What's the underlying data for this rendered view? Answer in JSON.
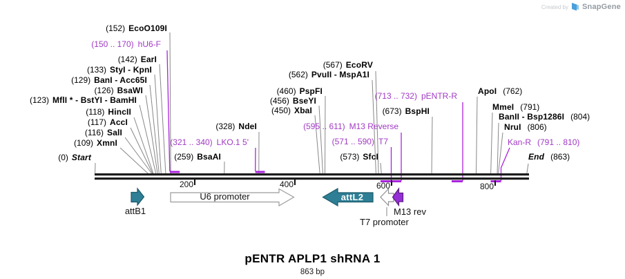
{
  "watermark": {
    "prefix": "Created by",
    "brand": "SnapGene"
  },
  "plasmid": {
    "title": "pENTR APLP1 shRNA 1",
    "length": "863 bp"
  },
  "ruler": {
    "t1": "200",
    "t2": "400",
    "t3": "600",
    "t4": "800"
  },
  "ends": {
    "start": {
      "pos": "(0)",
      "name": "Start"
    },
    "end": {
      "name": "End",
      "pos": "(863)"
    }
  },
  "sites": {
    "xmni": {
      "pos": "(109)",
      "name": "XmnI"
    },
    "sali": {
      "pos": "(116)",
      "name": "SalI"
    },
    "acci": {
      "pos": "(117)",
      "name": "AccI"
    },
    "hincii": {
      "pos": "(118)",
      "name": "HincII"
    },
    "mfli_bstyi_bamhi": {
      "pos": "(123)",
      "name": "MflI * - BstYI - BamHI"
    },
    "bsawi": {
      "pos": "(126)",
      "name": "BsaWI"
    },
    "bani_acc65i": {
      "pos": "(129)",
      "name": "BanI - Acc65I"
    },
    "styi_kpni": {
      "pos": "(133)",
      "name": "StyI - KpnI"
    },
    "eari": {
      "pos": "(142)",
      "name": "EarI"
    },
    "ecoo109i": {
      "pos": "(152)",
      "name": "EcoO109I"
    },
    "bsaai": {
      "pos": "(259)",
      "name": "BsaAI"
    },
    "ndei": {
      "pos": "(328)",
      "name": "NdeI"
    },
    "xbai": {
      "pos": "(450)",
      "name": "XbaI"
    },
    "bseyi": {
      "pos": "(456)",
      "name": "BseYI"
    },
    "pspfi": {
      "pos": "(460)",
      "name": "PspFI"
    },
    "pvuii_mspa1i": {
      "pos": "(562)",
      "name": "PvuII - MspA1I"
    },
    "ecorv": {
      "pos": "(567)",
      "name": "EcoRV"
    },
    "sfci": {
      "pos": "(573)",
      "name": "SfcI"
    },
    "bsphi": {
      "pos": "(673)",
      "name": "BspHI"
    },
    "apoi": {
      "name": "ApoI",
      "pos": "(762)"
    },
    "mmei": {
      "name": "MmeI",
      "pos": "(791)"
    },
    "banii_bsp1286i": {
      "name": "BanII - Bsp1286I",
      "pos": "(804)"
    },
    "nrui": {
      "name": "NruI",
      "pos": "(806)"
    }
  },
  "primers": {
    "hu6f": {
      "pos": "(150 .. 170)",
      "name": "hU6-F"
    },
    "lko15": {
      "pos": "(321 .. 340)",
      "name": "LKO.1 5'"
    },
    "t7": {
      "pos": "(571 .. 590)",
      "name": "T7"
    },
    "m13reverse": {
      "pos": "(595 .. 611)",
      "name": "M13 Reverse"
    },
    "pentrr": {
      "pos": "(713 .. 732)",
      "name": "pENTR-R"
    },
    "kanr": {
      "name": "Kan-R",
      "pos": "(791 .. 810)"
    }
  },
  "features": {
    "attb1": "attB1",
    "u6": "U6 promoter",
    "attl2": "attL2",
    "t7promoter": "T7 promoter",
    "m13rev": "M13 rev"
  },
  "colors": {
    "feature_teal": "#2e7f95",
    "feature_purple": "#9430d4",
    "primer_purple": "#aa22dd",
    "purple_text": "#a139c4",
    "backbone": "#1c1c1c"
  }
}
